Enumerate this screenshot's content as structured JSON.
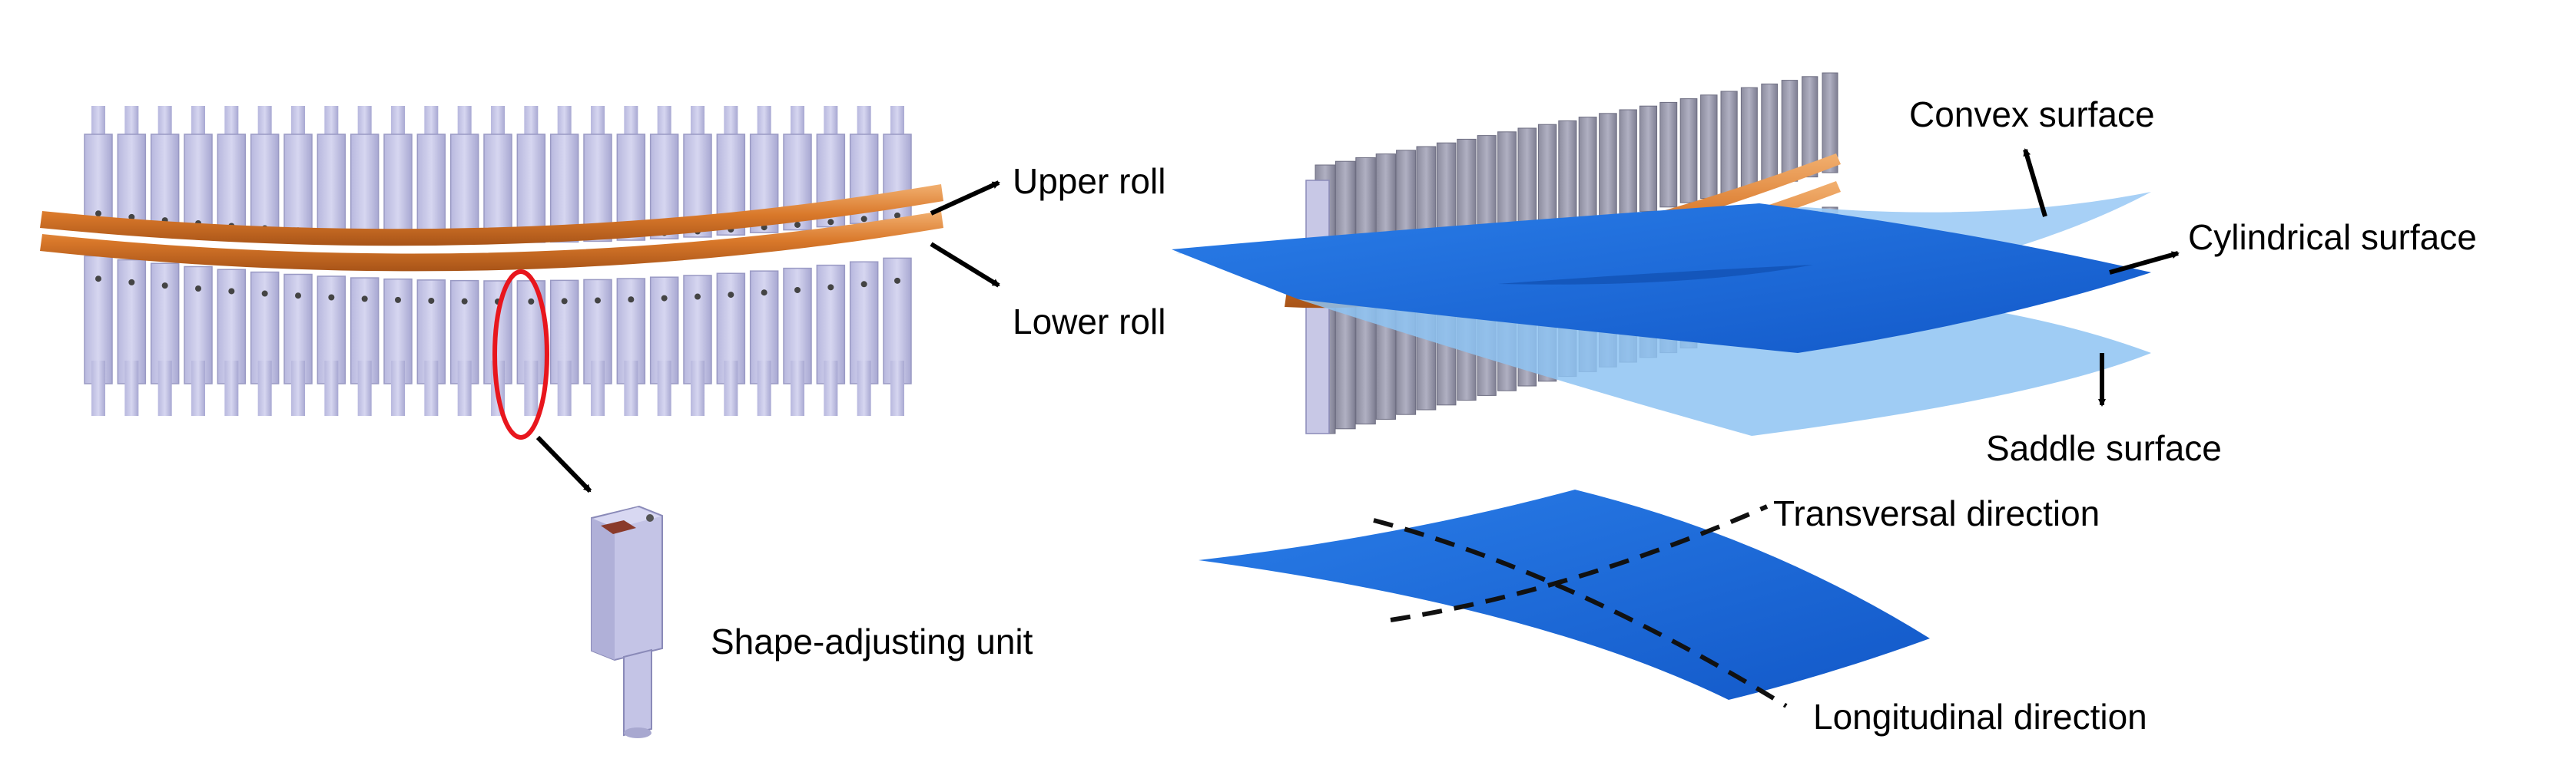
{
  "labels": {
    "upper_roll": "Upper roll",
    "lower_roll": "Lower roll",
    "shape_adjusting_unit": "Shape-adjusting unit",
    "convex_surface": "Convex surface",
    "cylindrical_surface": "Cylindrical surface",
    "saddle_surface": "Saddle surface",
    "transversal_direction": "Transversal direction",
    "longitudinal_direction": "Longitudinal direction"
  },
  "colors": {
    "unit_face": "#c9c9e8",
    "unit_side": "#a9a9d0",
    "unit_edge": "#8a8ab8",
    "roll": "#d9782a",
    "roll_highlight": "#f0a860",
    "surface_dark": "#1f6ee0",
    "surface_light": "#8ec3f2",
    "highlight_ring": "#e8161d",
    "arrow": "#000000"
  },
  "icons": {
    "unit_array": "shape-adjusting-unit-array",
    "single_unit": "shape-adjusting-unit",
    "surfaces": "curved-surfaces"
  }
}
